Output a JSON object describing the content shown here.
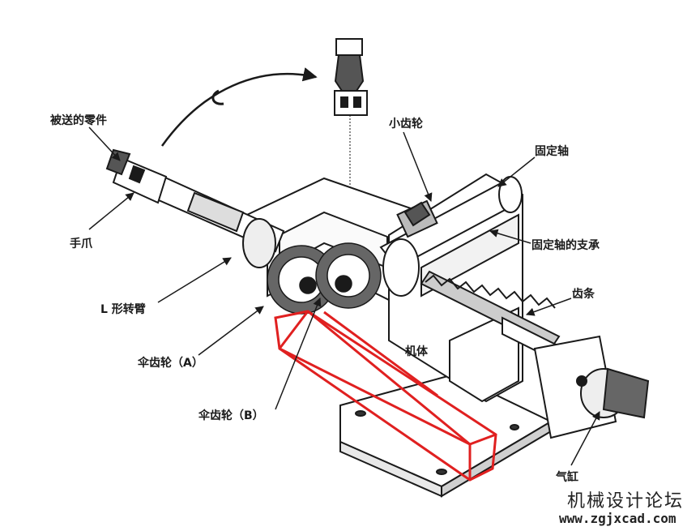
{
  "labels": {
    "part": "被送的零件",
    "claw": "手爪",
    "l_arm": "L 形转臂",
    "bevel_a": "伞齿轮（A）",
    "bevel_b": "伞齿轮（B）",
    "pinion": "小齿轮",
    "fixed_shaft": "固定轴",
    "shaft_support": "固定轴的支承",
    "rack": "齿条",
    "body": "机体",
    "cylinder": "气缸"
  },
  "watermark": {
    "title": "机械设计论坛",
    "url": "www.zgjxcad.com"
  },
  "colors": {
    "ink": "#1a1a1a",
    "highlight": "#e02020",
    "paper": "#ffffff"
  }
}
